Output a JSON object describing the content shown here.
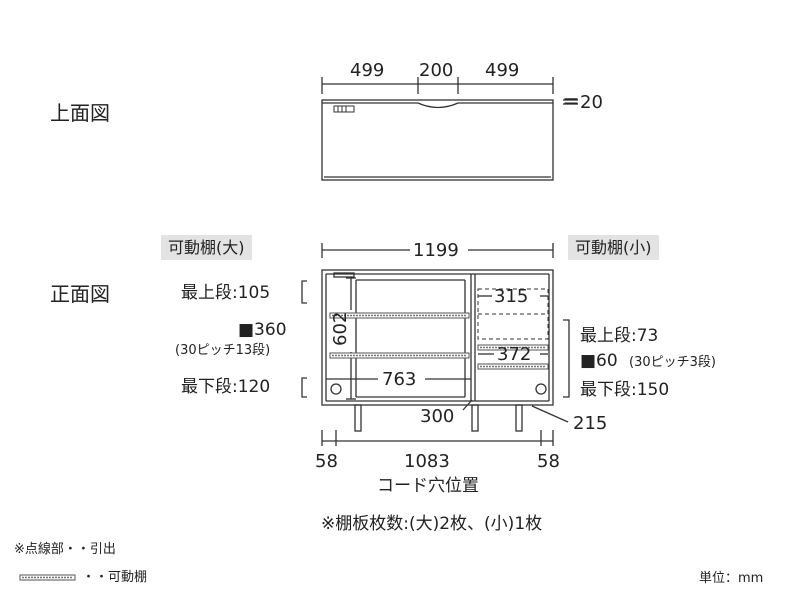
{
  "views": {
    "top_title": "上面図",
    "front_title": "正面図"
  },
  "top_view": {
    "dim_left": "499",
    "dim_center": "200",
    "dim_right": "499",
    "depth_note": "＝20"
  },
  "front_view": {
    "width_total": "1199",
    "tag_left": "可動棚(大)",
    "tag_right": "可動棚(小)",
    "left_top_level": "最上段:105",
    "left_range": "■360",
    "left_pitch": "(30ピッチ13段)",
    "left_bottom_level": "最下段:120",
    "inner_height": "602",
    "inner_width": "763",
    "right_shelf_upper": "315",
    "right_shelf_lower": "372",
    "right_top_level": "最上段:73",
    "right_range": "■60",
    "right_pitch": "(30ピッチ3段)",
    "right_bottom_level": "最下段:150",
    "leg_left_dim": "300",
    "leg_right_dim": "215",
    "cord_left": "58",
    "cord_center": "1083",
    "cord_right": "58",
    "cord_caption": "コード穴位置"
  },
  "notes": {
    "shelf_count": "※棚板枚数:(大)2枚、(小)1枚",
    "dotted_legend": "※点線部・・引出",
    "shelf_legend": "・・可動棚",
    "unit": "単位：mm"
  }
}
